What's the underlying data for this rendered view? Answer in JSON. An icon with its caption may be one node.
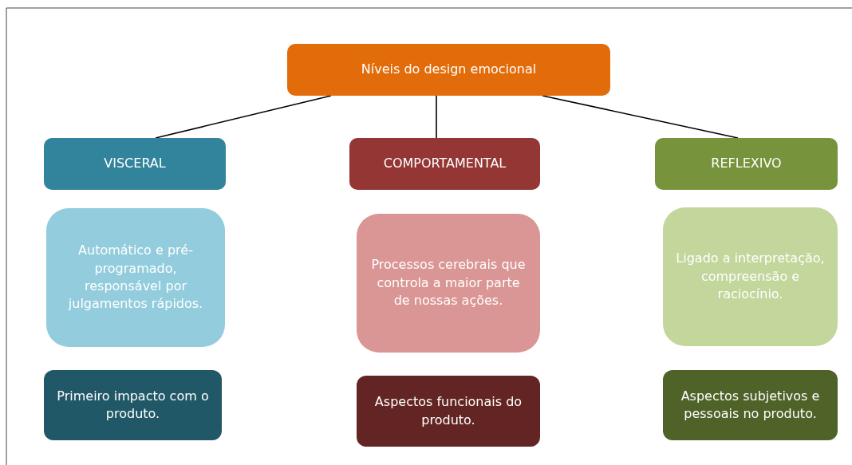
{
  "diagram": {
    "nodes": [
      {
        "text": [
          "Níveis do design emocional"
        ]
      },
      {
        "text": [
          "VISCERAL"
        ]
      },
      {
        "text": [
          "COMPORTAMENTAL"
        ]
      },
      {
        "text": [
          "REFLEXIVO"
        ]
      },
      {
        "text": [
          "Automático e pré-programado, responsável por julgamentos rápidos."
        ]
      },
      {
        "text": [
          "Processos cerebrais que controla a maior parte de nossas ações."
        ]
      },
      {
        "text": [
          "Ligado a interpretação, compreensão e raciocínio."
        ]
      },
      {
        "text": [
          "Primeiro impacto com o produto."
        ]
      },
      {
        "text": [
          "Aspectos funcionais do produto."
        ]
      },
      {
        "text": [
          "Aspectos subjetivos e pessoais no produto."
        ]
      }
    ],
    "edges": [
      {
        "from": 0,
        "to": 1,
        "arrow": "none"
      },
      {
        "from": 0,
        "to": 2,
        "arrow": "none"
      },
      {
        "from": 0,
        "to": 3,
        "arrow": "none"
      }
    ]
  }
}
